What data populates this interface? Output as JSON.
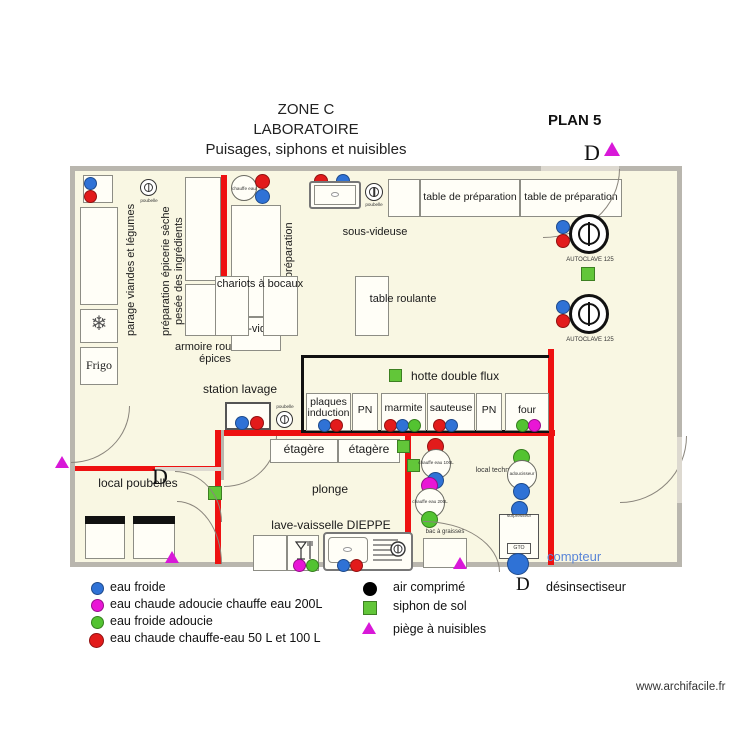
{
  "header": {
    "zone": "ZONE C",
    "subtitle": "LABORATOIRE",
    "description": "Puisages, siphons et nuisibles",
    "plan_label": "PLAN 5",
    "d_marker": "D"
  },
  "footer": {
    "url": "www.archifacile.fr"
  },
  "colors": {
    "eau_froide": "#2f72d6",
    "eau_chaude_adoucie": "#e916d6",
    "eau_froide_adoucie": "#53c331",
    "eau_chaude": "#e21b1b",
    "air_comprime": "#000000",
    "siphon_de_sol": "#62c639",
    "piege_nuisibles": "#d818d8",
    "wall_red": "#ee1111",
    "wall_grey": "#b9b6ae",
    "floor": "#f9f7e3",
    "compteur_text": "#5a86d8"
  },
  "legend": {
    "column1": [
      {
        "marker": "circle",
        "color": "#2f72d6",
        "label": "eau froide"
      },
      {
        "marker": "circle",
        "color": "#e916d6",
        "label": "eau chaude adoucie chauffe eau 200L"
      },
      {
        "marker": "circle",
        "color": "#53c331",
        "label": "eau froide adoucie"
      },
      {
        "marker": "circle",
        "color": "#e21b1b",
        "label": "eau chaude chauffe-eau 50 L et 100 L"
      }
    ],
    "column2": [
      {
        "marker": "circle",
        "color": "#000000",
        "label": "air comprimé"
      },
      {
        "marker": "square",
        "color": "#62c639",
        "label": "siphon de sol"
      },
      {
        "marker": "triangle",
        "color": "#d818d8",
        "label": "piège à nuisibles"
      }
    ],
    "column3": [
      {
        "marker": "letter-d",
        "symbol": "D",
        "label": "désinsectiseur"
      }
    ]
  },
  "plan": {
    "rooms": [
      {
        "name": "local poubelles",
        "label": "local poubelles"
      },
      {
        "name": "plonge",
        "label": "plonge"
      },
      {
        "name": "local technique",
        "label": "local technique"
      }
    ],
    "labels": {
      "parage": "parage viandes et légumes",
      "preparation_epicerie": "préparation épicerie sèche",
      "pesee": "pesée des ingrédients",
      "armoire_roulante": "armoire roulante",
      "epices": "épices",
      "frigo": "Frigo",
      "table_preparation_vert": "table préparation",
      "sous_videuse_1": "sous-videuse",
      "sous_videuse_2": "sous-videuse",
      "table_prep_1": "table de préparation",
      "table_prep_2": "table de préparation",
      "chariots_bocaux": "chariots à bocaux",
      "table_roulante": "table roulante",
      "hotte": "hotte double flux",
      "station_lavage": "station lavage",
      "plaques_induction": "plaques induction",
      "pn_1": "PN",
      "marmite": "marmite",
      "sauteuse": "sauteuse",
      "pn_2": "PN",
      "four": "four",
      "etagere_1": "étagère",
      "etagere_2": "étagère",
      "lave_vaisselle": "lave-vaisselle DIEPPE",
      "autoclave_1": "AUTOCLAVE 125",
      "autoclave_2": "AUTOCLAVE 125",
      "chauffe_eau_100": "chauffe eau 100L",
      "chauffe_eau_200": "chauffe eau 200L",
      "chauffe_eau_small": "chauffe eau",
      "adoucisseur": "adoucisseur",
      "surpresseur": "surpresseur",
      "gto": "GTO",
      "bac_graisses": "bac à graisses",
      "compteur": "compteur",
      "poubelle_1": "poubelle",
      "poubelle_2": "poubelle",
      "poubelle_3": "poubelle",
      "d_left": "D"
    }
  }
}
